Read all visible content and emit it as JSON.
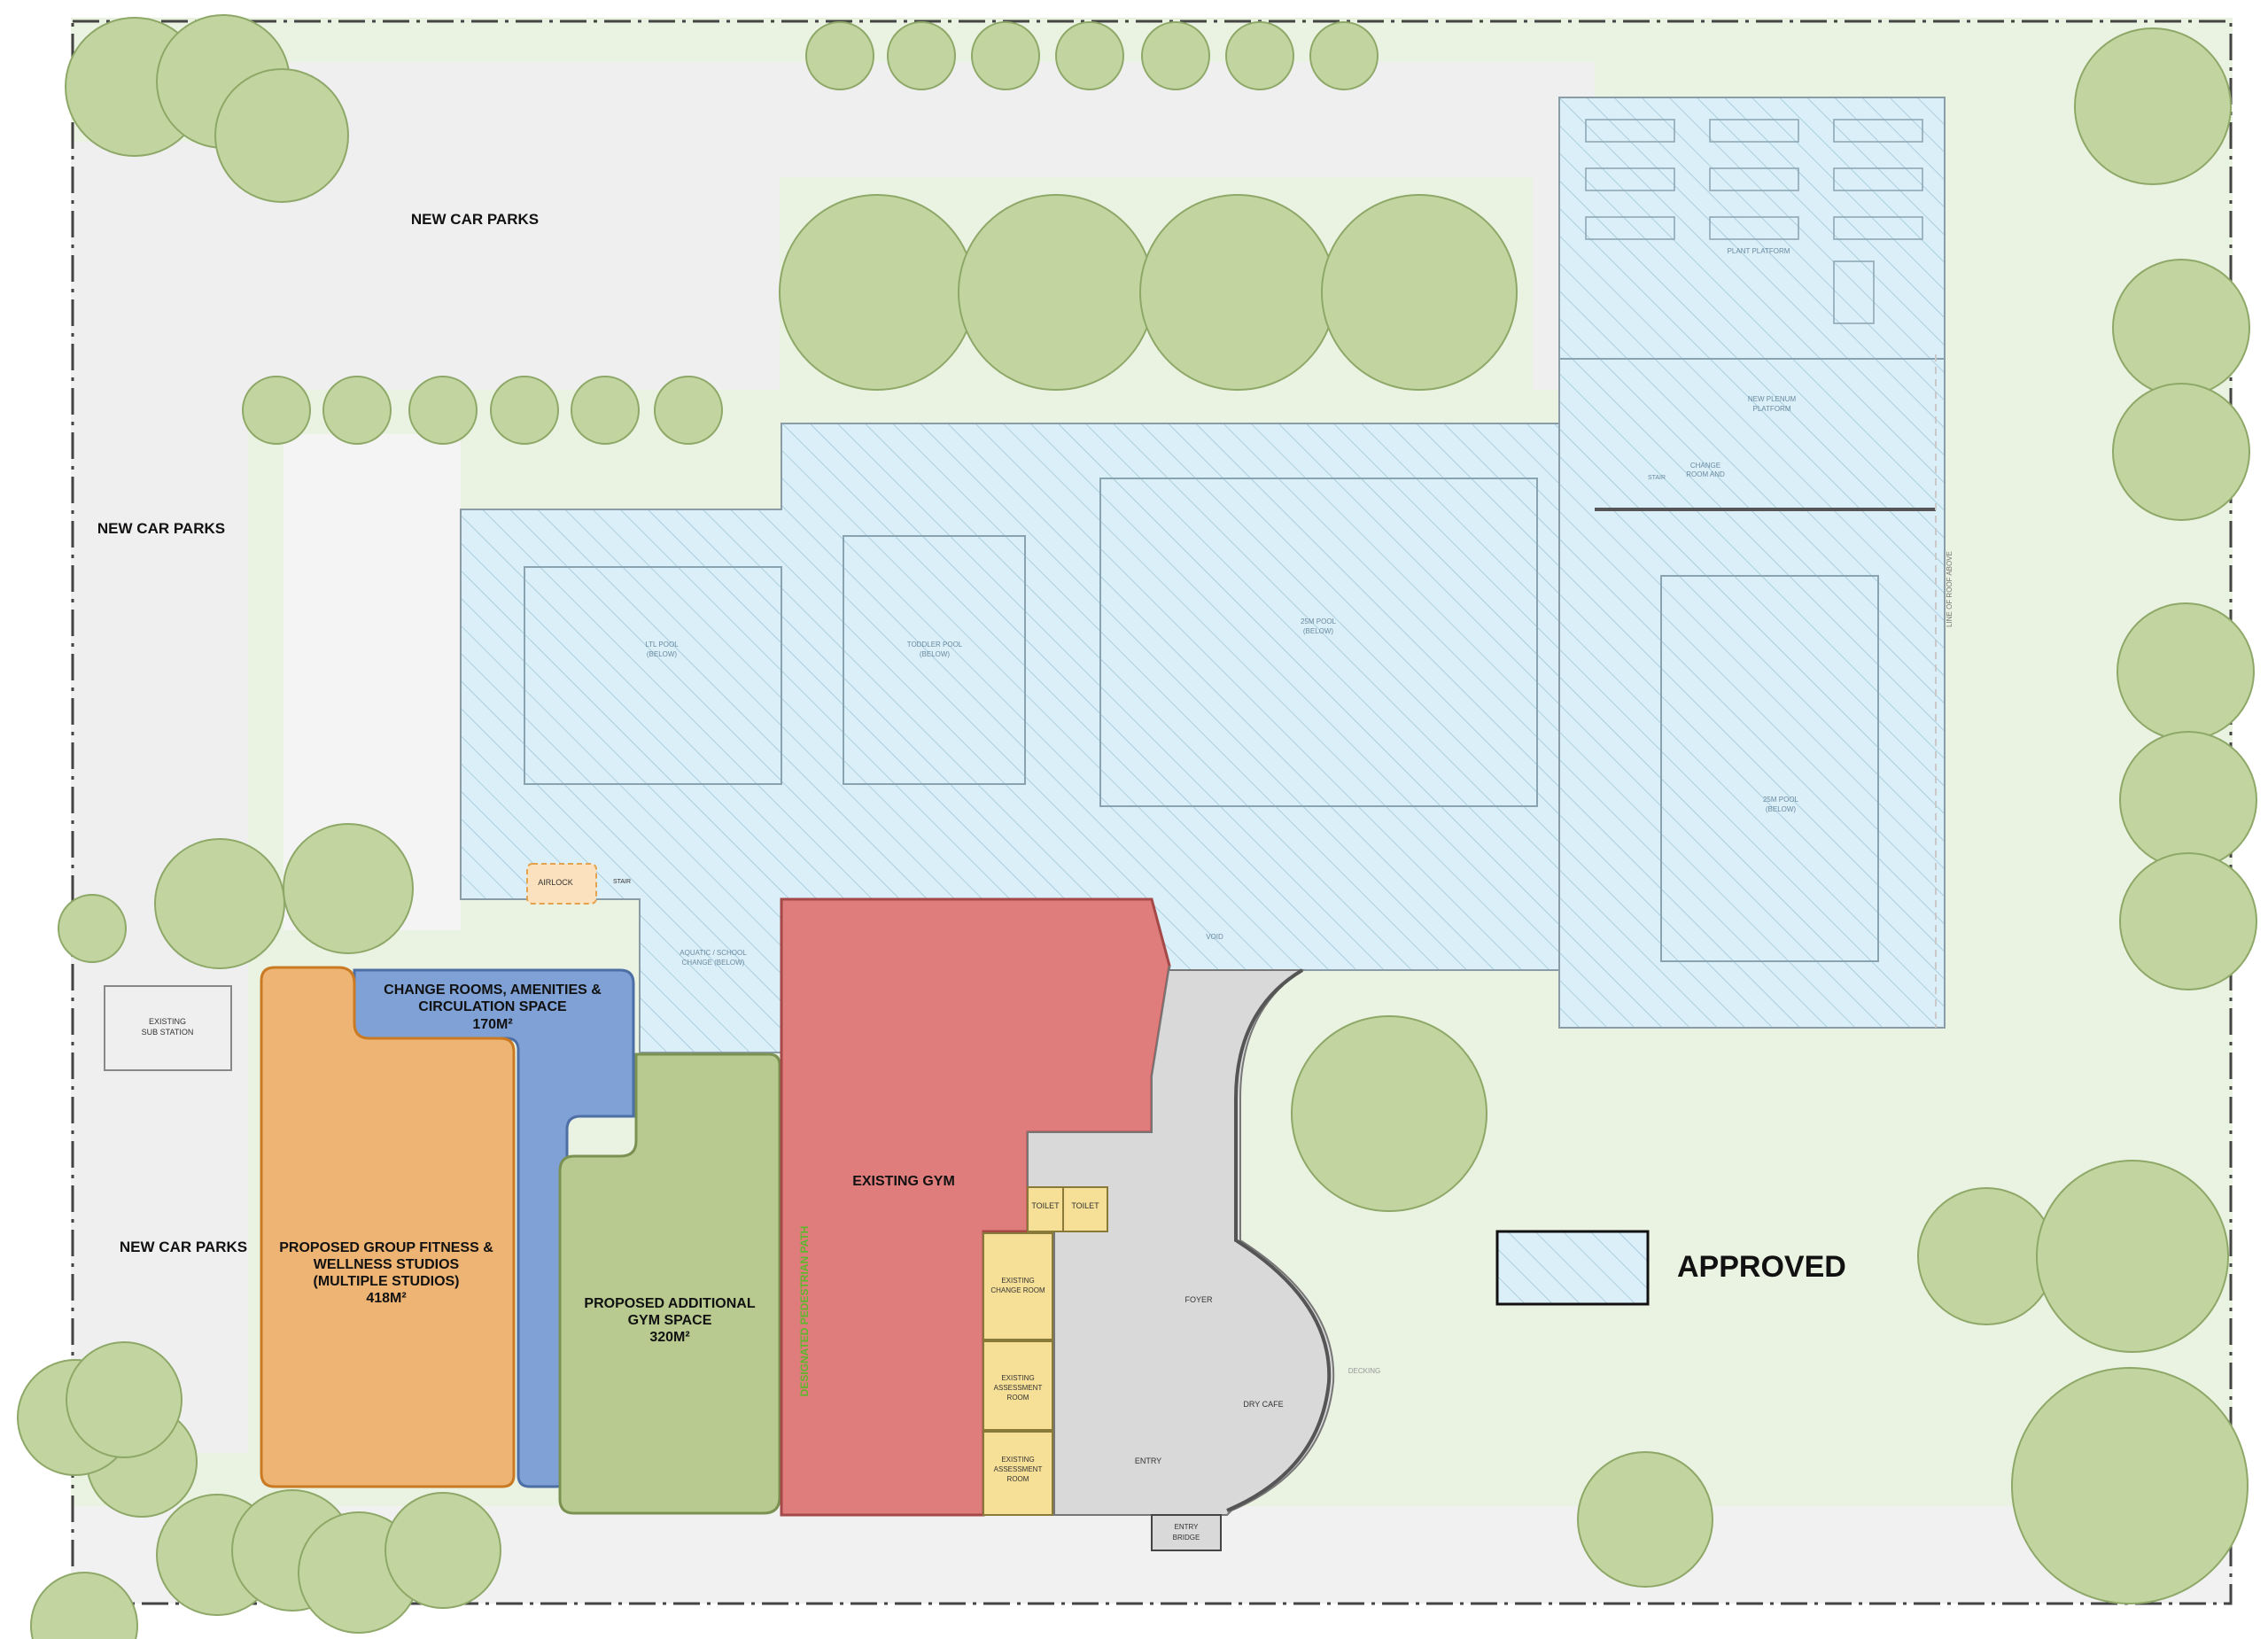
{
  "labels": {
    "car_parks_top": "NEW CAR PARKS",
    "car_parks_left": "NEW CAR PARKS",
    "car_parks_bottom": "NEW CAR PARKS",
    "substation_1": "EXISTING",
    "substation_2": "SUB STATION",
    "airlock": "AIRLOCK",
    "stair": "STAIR",
    "change_rooms_1": "CHANGE ROOMS, AMENITIES &",
    "change_rooms_2": "CIRCULATION SPACE",
    "change_rooms_area": "170M²",
    "group_fitness_1": "PROPOSED GROUP FITNESS &",
    "group_fitness_2": "WELLNESS STUDIOS",
    "group_fitness_3": "(MULTIPLE STUDIOS)",
    "group_fitness_area": "418M²",
    "additional_gym_1": "PROPOSED ADDITIONAL",
    "additional_gym_2": "GYM SPACE",
    "additional_gym_area": "320M²",
    "existing_gym": "EXISTING GYM",
    "toilet_1": "TOILET",
    "toilet_2": "TOILET",
    "change_room_1": "EXISTING",
    "change_room_2": "CHANGE ROOM",
    "assess_a_1": "EXISTING",
    "assess_a_2": "ASSESSMENT",
    "assess_a_3": "ROOM",
    "assess_b_1": "EXISTING",
    "assess_b_2": "ASSESSMENT",
    "assess_b_3": "ROOM",
    "foyer": "FOYER",
    "dry_cafe": "DRY CAFE",
    "entry": "ENTRY",
    "entry_bridge_1": "ENTRY",
    "entry_bridge_2": "BRIDGE",
    "decking": "DECKING",
    "void": "VOID",
    "aquatic_change_1": "AQUATIC / SCHOOL",
    "aquatic_change_2": "CHANGE (BELOW)",
    "ltl_pool_1": "LTL POOL",
    "ltl_pool_2": "(BELOW)",
    "toddler_pool_1": "TODDLER POOL",
    "toddler_pool_2": "(BELOW)",
    "pool_25m_1": "25M POOL",
    "pool_25m_2": "(BELOW)",
    "pool_25m_b_1": "25M POOL",
    "pool_25m_b_2": "(BELOW)",
    "plant_platform": "PLANT PLATFORM",
    "new_plenum_1": "NEW PLENUM",
    "new_plenum_2": "PLATFORM",
    "change_room_and": "CHANGE",
    "change_room_and_2": "ROOM AND",
    "fire_stair": "STAIR",
    "roof_line": "LINE OF ROOF ABOVE",
    "green_vertical": "DESIGNATED PEDESTRIAN PATH",
    "legend": "APPROVED"
  },
  "colors": {
    "tree": "#c2d4a0",
    "approved": "#dbeff8",
    "group_fitness": "#eeb474",
    "change_rooms": "#7fa1d6",
    "additional_gym": "#b8ca90",
    "existing_gym": "#df7c7c",
    "existing_rooms": "#f6df96",
    "foyer": "#d9d9d9",
    "landscape": "#eaf2e1",
    "paving": "#efefef"
  }
}
